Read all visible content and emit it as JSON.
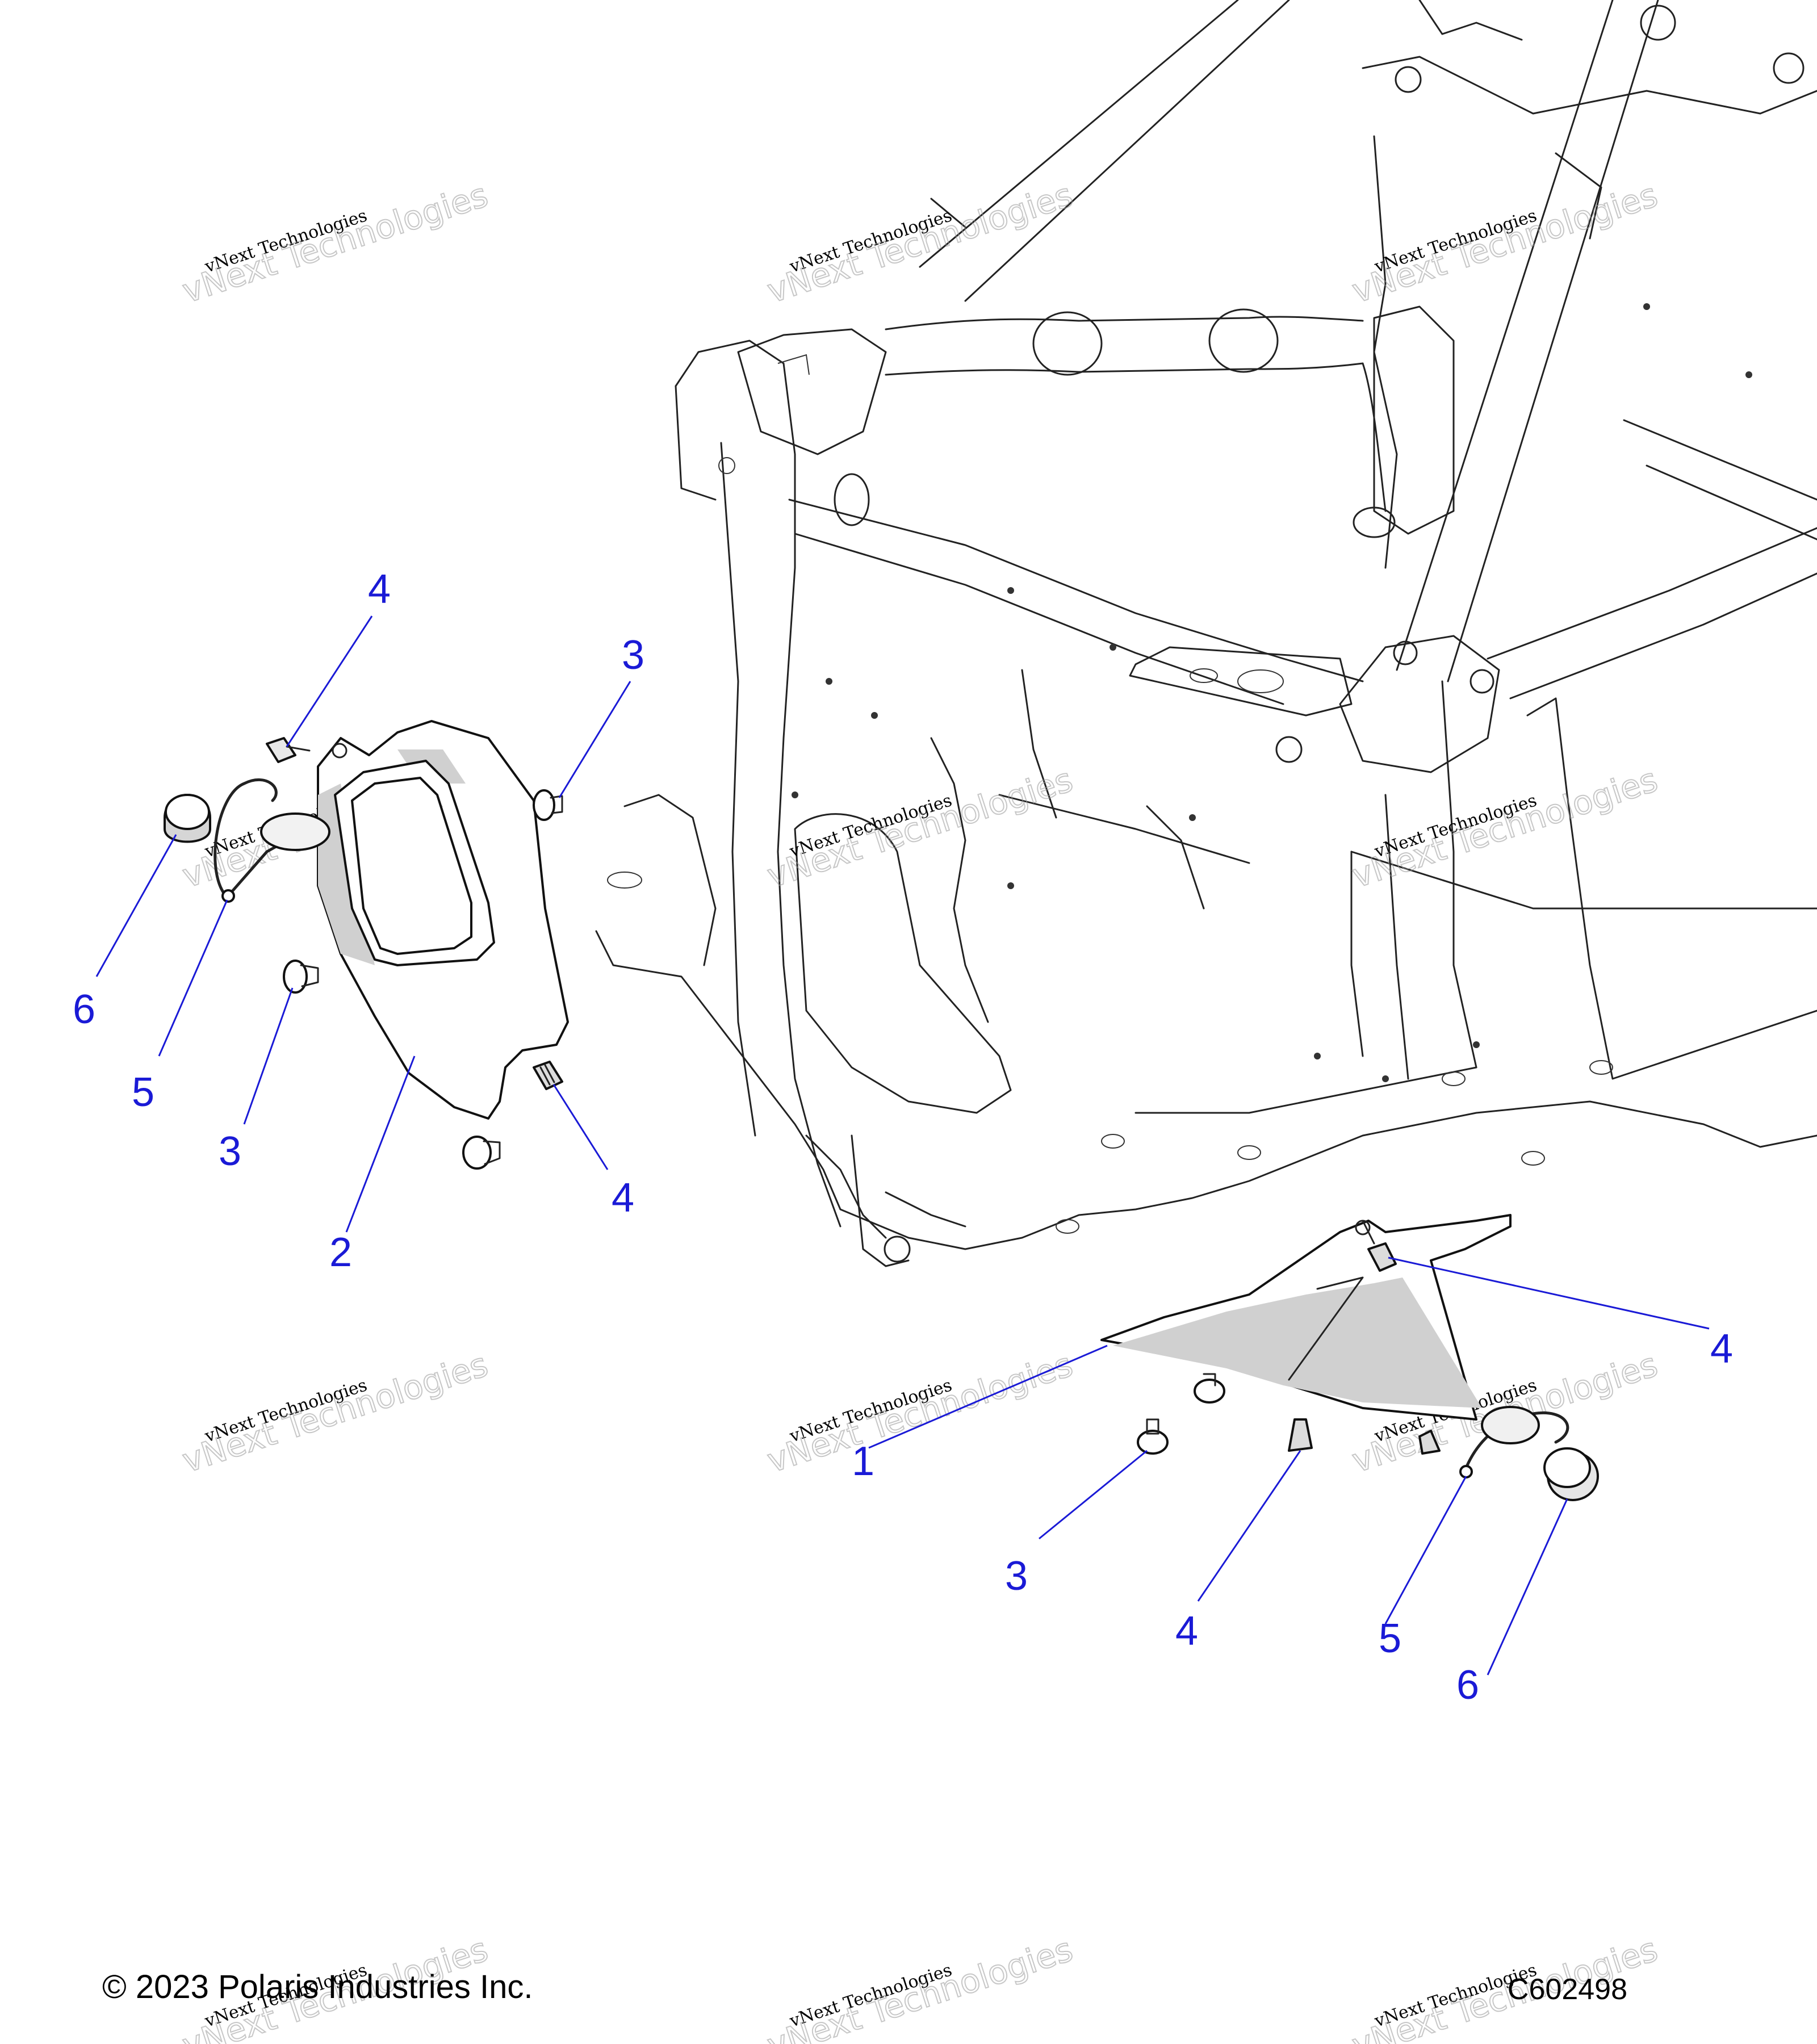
{
  "diagram": {
    "callouts": [
      {
        "id": "c-4-top",
        "label": "4"
      },
      {
        "id": "c-3-top",
        "label": "3"
      },
      {
        "id": "c-6-left",
        "label": "6"
      },
      {
        "id": "c-5-left",
        "label": "5"
      },
      {
        "id": "c-3-left",
        "label": "3"
      },
      {
        "id": "c-4-left",
        "label": "4"
      },
      {
        "id": "c-2",
        "label": "2"
      },
      {
        "id": "c-4-right",
        "label": "4"
      },
      {
        "id": "c-1",
        "label": "1"
      },
      {
        "id": "c-3-bottom",
        "label": "3"
      },
      {
        "id": "c-4-bottom",
        "label": "4"
      },
      {
        "id": "c-5-bottom",
        "label": "5"
      },
      {
        "id": "c-6-bottom",
        "label": "6"
      }
    ],
    "watermark": {
      "line1": "vNext Technologies",
      "line2": "vNext Technologies"
    },
    "copyright": "© 2023 Polaris Industries Inc.",
    "drawing_code": "C602498",
    "colors": {
      "callout": "#1a1ad6",
      "line": "#111111",
      "shade": "#d0d0d0"
    }
  }
}
